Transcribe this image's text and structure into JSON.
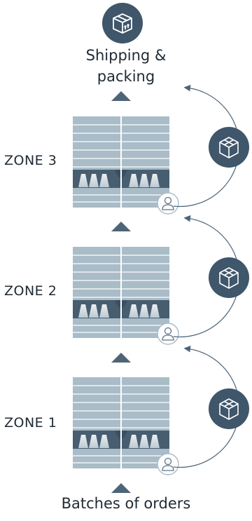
{
  "header": {
    "title_line1": "Shipping &",
    "title_line2": "packing",
    "icon": "box-shipping-icon"
  },
  "zones": [
    {
      "label": "ZONE 3",
      "picker_icon": "person-icon",
      "return_icon": "cube-icon"
    },
    {
      "label": "ZONE 2",
      "picker_icon": "person-icon",
      "return_icon": "cube-icon"
    },
    {
      "label": "ZONE 1",
      "picker_icon": "person-icon",
      "return_icon": "cube-icon"
    }
  ],
  "footer": {
    "label": "Batches of orders"
  },
  "colors": {
    "shelf": "#a9bcc8",
    "shelf_line": "#ffffff",
    "dark": "#475d70",
    "arrow": "#4e6578",
    "badge": "#3f566b"
  }
}
